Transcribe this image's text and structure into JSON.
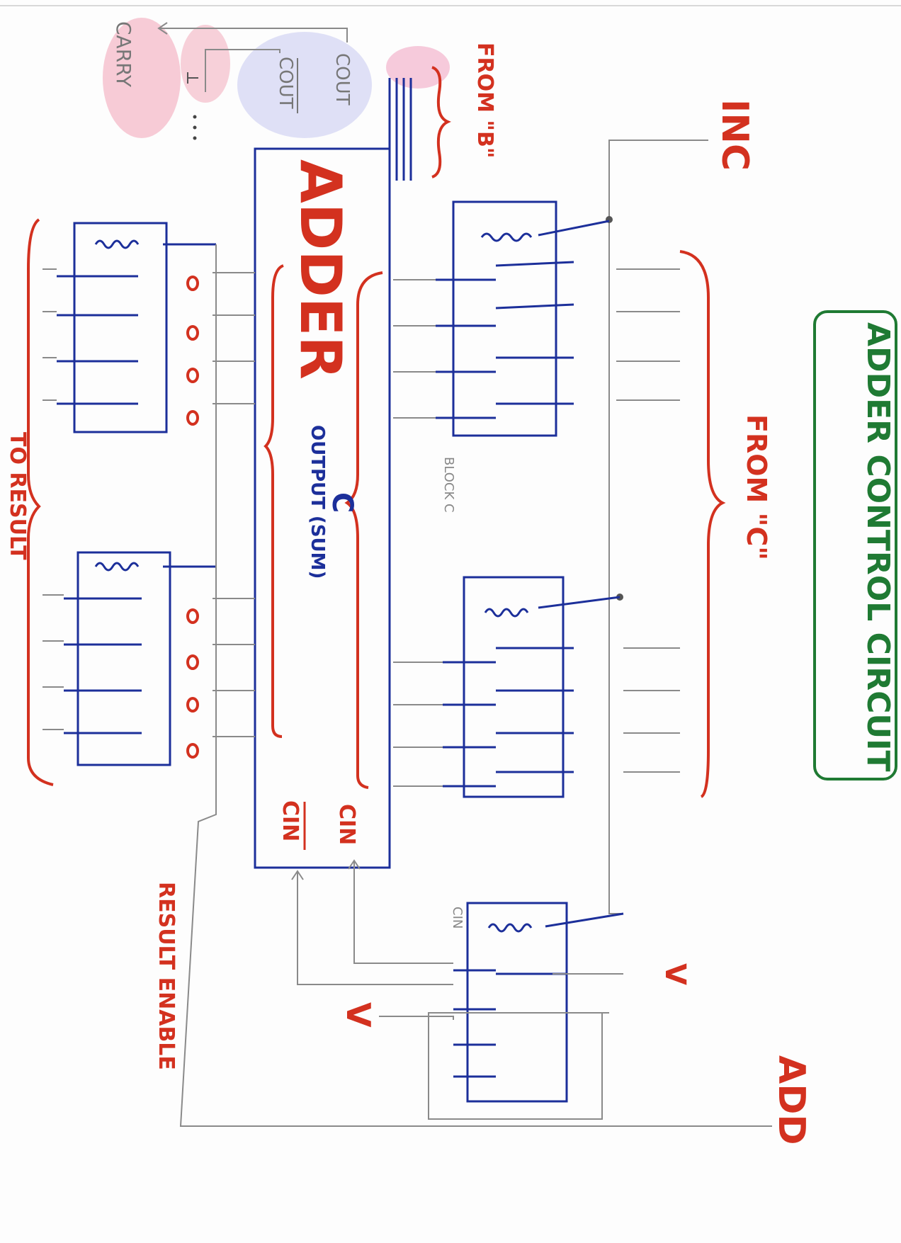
{
  "diagram": {
    "title": "ADDER CONTROL CIRCUIT",
    "block_label": "ADDER",
    "inputs": {
      "inc": "INC",
      "add": "ADD",
      "from_b": "FROM \"B\"",
      "from_c": "FROM \"C\""
    },
    "outputs": {
      "carry": "CARRY",
      "cout": "COUT",
      "cout_bar": "COUT",
      "to_result": "TO RESULT",
      "output_sum": "OUTPUT (SUM)",
      "c": "C"
    },
    "carry_in": {
      "cin": "CIN",
      "cin_bar": "CIN",
      "cin_small": "CIN"
    },
    "misc": {
      "block_c": "BLOCK C",
      "result_enable": "RESULT ENABLE",
      "v1": "V",
      "v2": "V"
    },
    "colors": {
      "blue": "#1c2f9a",
      "red": "#d3311f",
      "green": "#1f7a33",
      "wire": "#8a8a8a"
    }
  }
}
